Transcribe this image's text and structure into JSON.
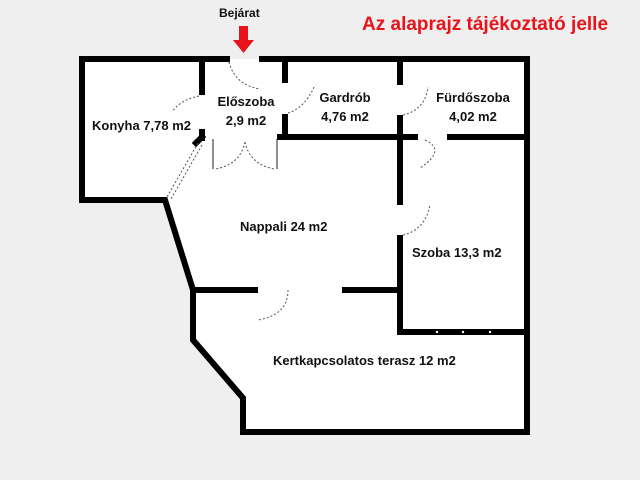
{
  "title": "Az alaprajz tájékoztató jelle",
  "entrance": {
    "label": "Bejárat",
    "arrow_color": "#e8141b"
  },
  "rooms": [
    {
      "name": "Konyha 7,78 m2"
    },
    {
      "name": "Előszoba",
      "area": "2,9 m2"
    },
    {
      "name": "Gardrób",
      "area": "4,76 m2"
    },
    {
      "name": "Fürdőszoba",
      "area": "4,02 m2"
    },
    {
      "name": "Nappali 24 m2"
    },
    {
      "name": "Szoba 13,3 m2"
    },
    {
      "name": "Kertkapcsolatos terasz 12 m2"
    }
  ]
}
